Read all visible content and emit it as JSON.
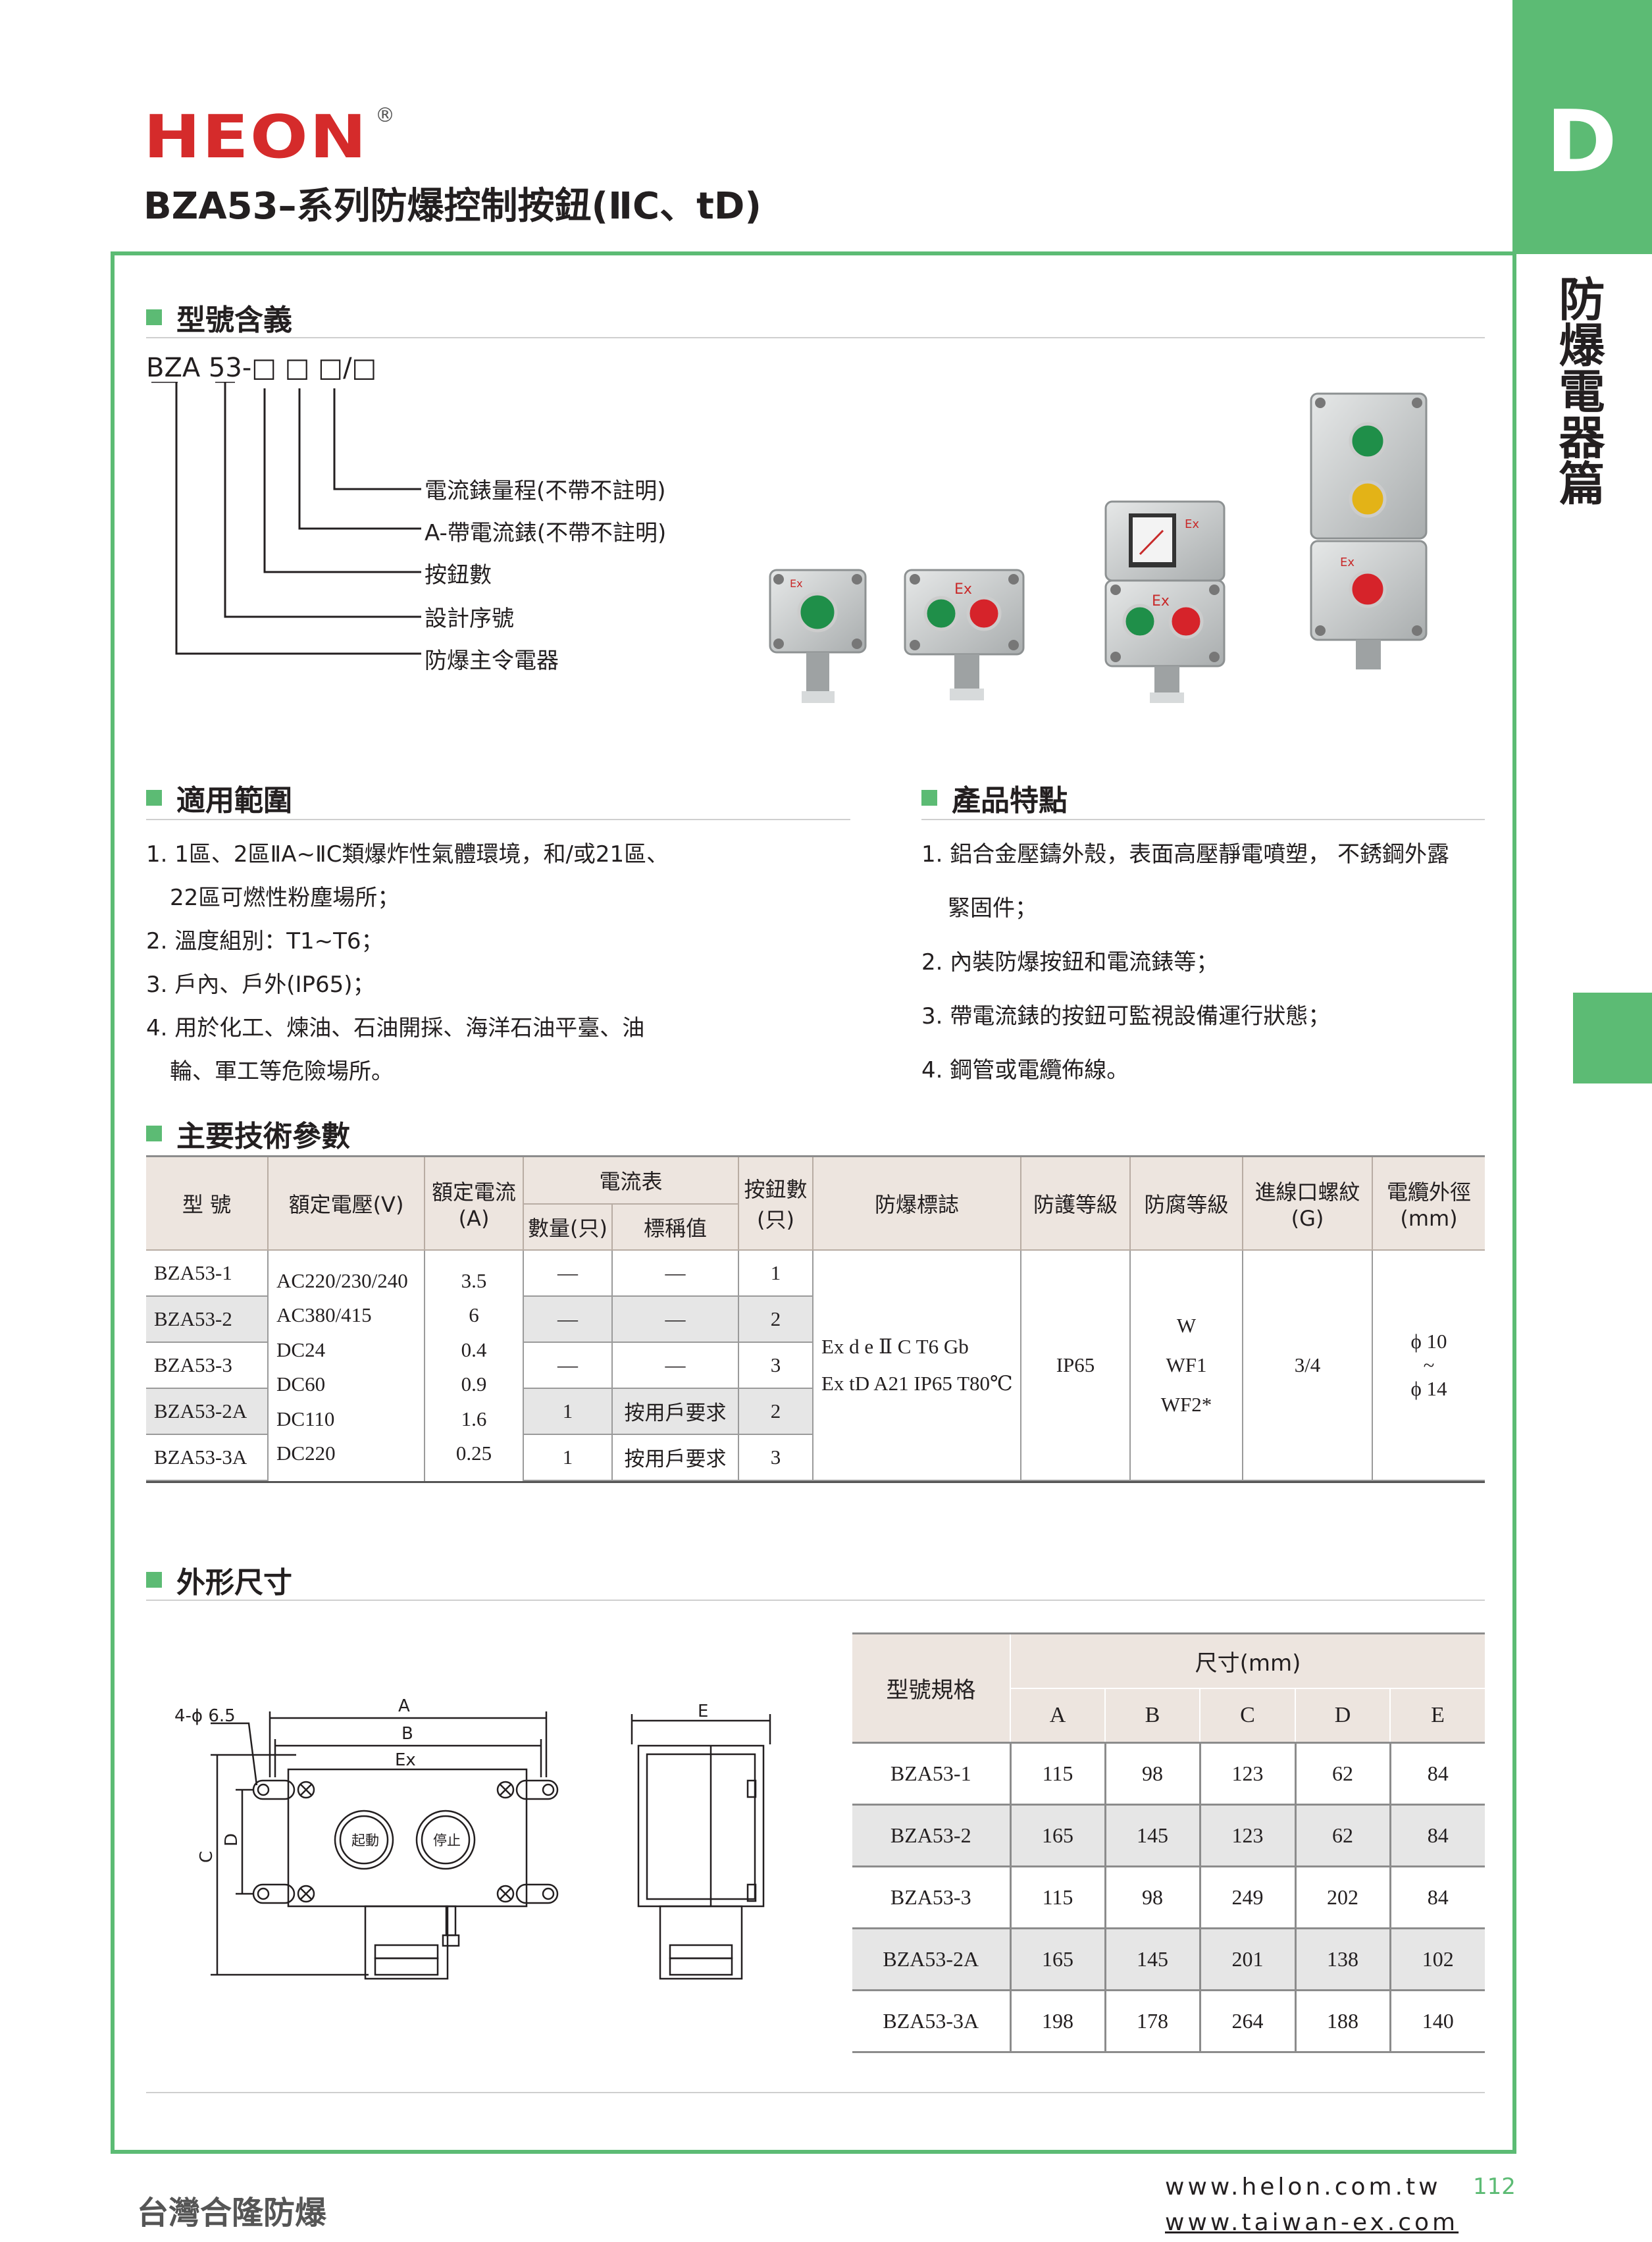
{
  "brand": {
    "logo_text": "HEON",
    "registered": "®"
  },
  "page_title": "BZA53–系列防爆控制按鈕(ⅡC、tD)",
  "side_tab": {
    "letter": "D",
    "label": "防爆電器篇"
  },
  "model_meaning": {
    "heading": "型號含義",
    "code": "BZA 53-□ □ □/□",
    "legend": [
      "電流錶量程(不帶不註明)",
      "A-帶電流錶(不帶不註明)",
      "按鈕數",
      "設計序號",
      "防爆主令電器"
    ]
  },
  "application": {
    "heading": "適用範圍",
    "lines": [
      "1. 1區、2區ⅡA~ⅡC類爆炸性氣體環境，和/或21區、",
      "22區可燃性粉塵場所；",
      "2. 溫度組別：T1~T6；",
      "3. 戶內、戶外(IP65)；",
      "4. 用於化工、煉油、石油開採、海洋石油平臺、油",
      "輪、軍工等危險場所。"
    ]
  },
  "features": {
    "heading": "產品特點",
    "lines": [
      "1. 鋁合金壓鑄外殼，表面高壓靜電噴塑， 不銹鋼外露",
      "緊固件；",
      "2. 內裝防爆按鈕和電流錶等；",
      "3. 帶電流錶的按鈕可監視設備運行狀態；",
      "4. 鋼管或電纜佈線。"
    ]
  },
  "device_labels": {
    "ex": "Ex"
  },
  "tech_params": {
    "heading": "主要技術參數",
    "headers": {
      "model": "型 號",
      "voltage": "額定電壓(V)",
      "current_l1": "額定電流",
      "current_l2": "(A)",
      "ammeter": "電流表",
      "ammeter_qty": "數量(只)",
      "ammeter_rating": "標稱值",
      "buttons_l1": "按鈕數",
      "buttons_l2": "(只)",
      "ex_mark": "防爆標誌",
      "ip": "防護等級",
      "anticorr": "防腐等級",
      "thread_l1": "進線口螺紋",
      "thread_l2": "(G)",
      "cable_l1": "電纜外徑",
      "cable_l2": "(mm)"
    },
    "rows": [
      {
        "model": "BZA53-1",
        "voltage": "AC220/230/240",
        "current": "3.5",
        "qty": "—",
        "rating": "—",
        "buttons": "1"
      },
      {
        "model": "BZA53-2",
        "voltage": "AC380/415",
        "current": "6",
        "qty": "—",
        "rating": "—",
        "buttons": "2"
      },
      {
        "model": "BZA53-3",
        "voltage": "DC24",
        "current": "0.4",
        "qty": "—",
        "rating": "—",
        "buttons": "3"
      },
      {
        "model": "BZA53-2A",
        "voltage": "DC60",
        "current": "0.9",
        "qty": "1",
        "rating": "按用戶要求",
        "buttons": "2"
      },
      {
        "model": "BZA53-3A",
        "voltage": "DC110",
        "current": "1.6",
        "qty": "1",
        "rating": "按用戶要求",
        "buttons": "3"
      },
      {
        "voltage": "DC220",
        "current": "0.25"
      }
    ],
    "ex_mark_l1": "Ex d e Ⅱ C T6 Gb",
    "ex_mark_l2": "Ex tD A21 IP65 T80℃",
    "ip": "IP65",
    "anticorr": [
      "W",
      "WF1",
      "WF2*"
    ],
    "thread": "3/4",
    "cable": [
      "ϕ 10",
      "~",
      "ϕ 14"
    ]
  },
  "dimensions": {
    "heading": "外形尺寸",
    "drawing": {
      "dim_a": "A",
      "dim_b": "B",
      "dim_c": "C",
      "dim_d": "D",
      "dim_e": "E",
      "holes": "4-ϕ 6.5",
      "ex": "Ex",
      "start": "起動",
      "stop": "停止"
    },
    "table": {
      "spec_header": "型號規格",
      "size_header": "尺寸(mm)",
      "columns": [
        "A",
        "B",
        "C",
        "D",
        "E"
      ],
      "rows": [
        {
          "model": "BZA53-1",
          "values": [
            "115",
            "98",
            "123",
            "62",
            "84"
          ]
        },
        {
          "model": "BZA53-2",
          "values": [
            "165",
            "145",
            "123",
            "62",
            "84"
          ]
        },
        {
          "model": "BZA53-3",
          "values": [
            "115",
            "98",
            "249",
            "202",
            "84"
          ]
        },
        {
          "model": "BZA53-2A",
          "values": [
            "165",
            "145",
            "201",
            "138",
            "102"
          ]
        },
        {
          "model": "BZA53-3A",
          "values": [
            "198",
            "178",
            "264",
            "188",
            "140"
          ]
        }
      ]
    }
  },
  "footer": {
    "company": "台灣合隆防爆",
    "url1": "www.helon.com.tw",
    "url2": "www.taiwan-ex.com",
    "page_number": "112"
  },
  "colors": {
    "green": "#5cbb74",
    "red": "#d52b2b",
    "header_beige": "#ede5df",
    "row_gray": "#e6e6e6"
  }
}
